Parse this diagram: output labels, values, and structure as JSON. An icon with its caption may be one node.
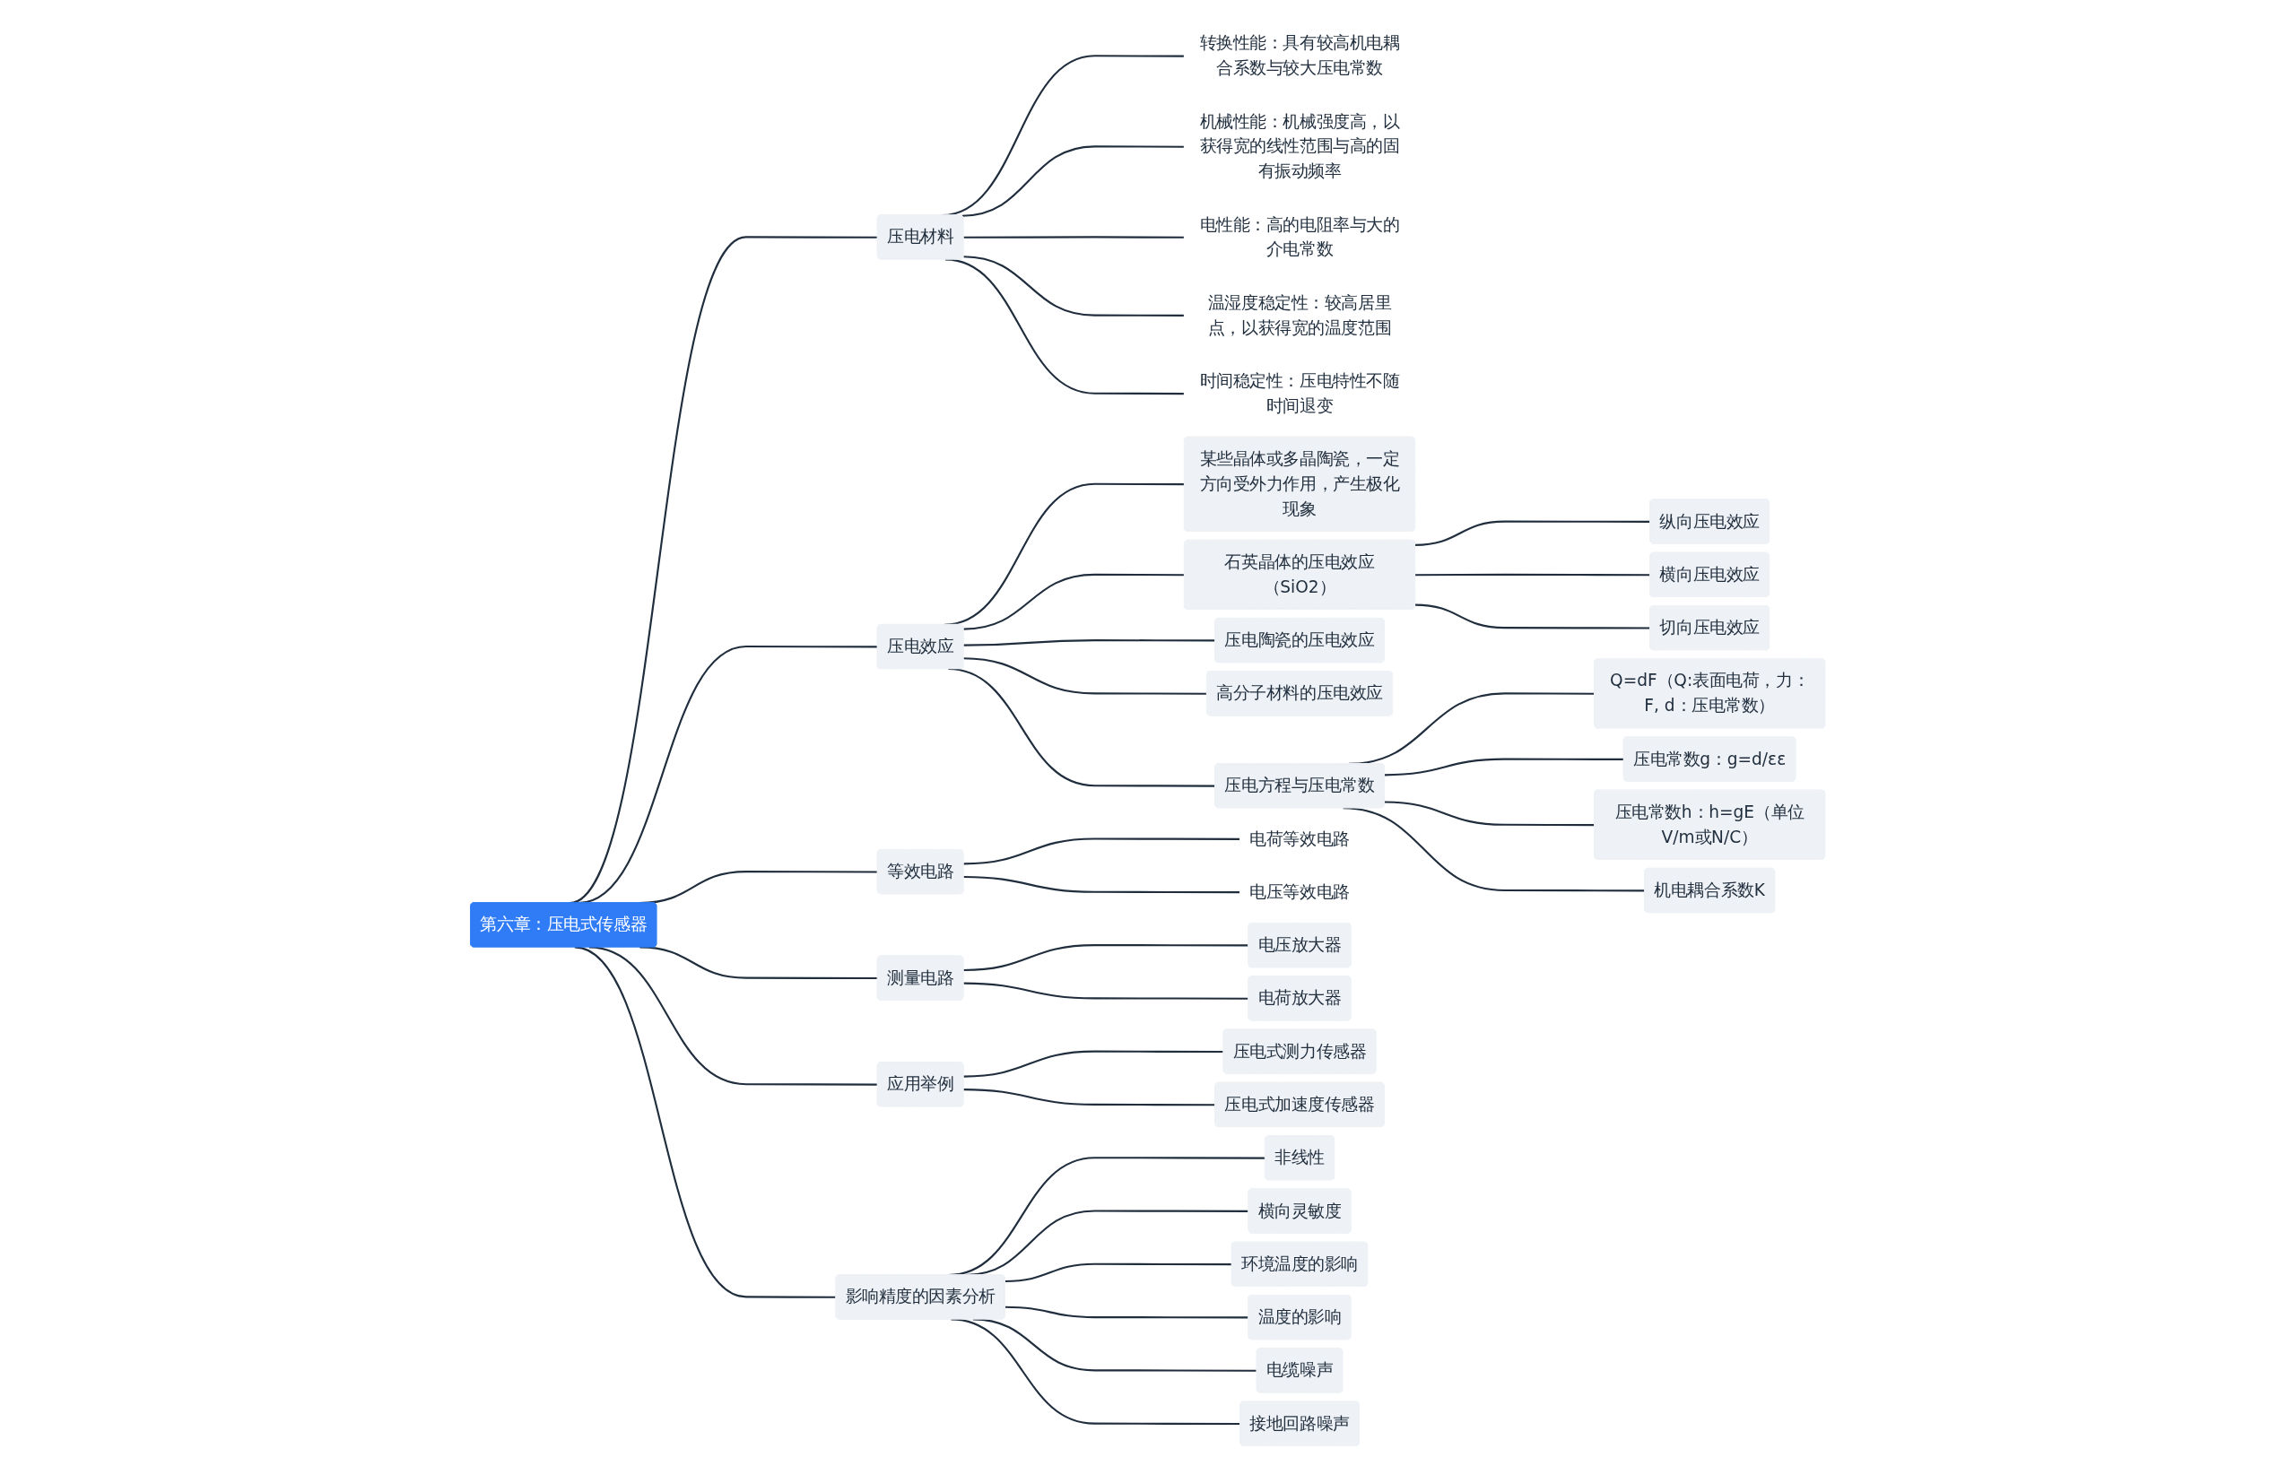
{
  "diagram": {
    "nodes": [
      {
        "text": [
          "第六章：压电式传感器"
        ]
      },
      {
        "text": [
          "压电效应"
        ]
      },
      {
        "text": [
          "某些晶体或多晶陶瓷，一定方向受外力作用，产生极化现象"
        ]
      },
      {
        "text": [
          "石英晶体的压电效应（SiO2）"
        ]
      },
      {
        "text": [
          "纵向压电效应"
        ]
      },
      {
        "text": [
          "横向压电效应"
        ]
      },
      {
        "text": [
          "切向压电效应"
        ]
      },
      {
        "text": [
          "压电陶瓷的压电效应"
        ]
      },
      {
        "text": [
          "高分子材料的压电效应"
        ]
      },
      {
        "text": [
          "压电方程与压电常数"
        ]
      },
      {
        "text": [
          "Q=dF（Q:表面电荷，力：F, d：压电常数）"
        ]
      },
      {
        "text": [
          "压电常数g：g=d/εε"
        ]
      },
      {
        "text": [
          "压电常数h：h=gE（单位V/m或N/C）"
        ]
      },
      {
        "text": [
          "机电耦合系数K"
        ]
      },
      {
        "text": [
          "压电材料"
        ]
      },
      {
        "text": [
          "转换性能：具有较高机电耦合系数与较大压电常数"
        ]
      },
      {
        "text": [
          "机械性能：机械强度高，以获得宽的线性范围与高的固有振动频率"
        ]
      },
      {
        "text": [
          "电性能：高的电阻率与大的介电常数"
        ]
      },
      {
        "text": [
          "温湿度稳定性：较高居里点，以获得宽的温度范围"
        ]
      },
      {
        "text": [
          "时间稳定性：压电特性不随时间退变"
        ]
      },
      {
        "text": [
          "等效电路"
        ]
      },
      {
        "text": [
          "电荷等效电路"
        ]
      },
      {
        "text": [
          "电压等效电路"
        ]
      },
      {
        "text": [
          "测量电路"
        ]
      },
      {
        "text": [
          "电压放大器"
        ]
      },
      {
        "text": [
          "电荷放大器"
        ]
      },
      {
        "text": [
          "应用举例"
        ]
      },
      {
        "text": [
          "压电式测力传感器"
        ]
      },
      {
        "text": [
          "压电式加速度传感器"
        ]
      },
      {
        "text": [
          "影响精度的因素分析"
        ]
      },
      {
        "text": [
          "非线性"
        ]
      },
      {
        "text": [
          "横向灵敏度"
        ]
      },
      {
        "text": [
          "环境温度的影响"
        ]
      },
      {
        "text": [
          "温度的影响"
        ]
      },
      {
        "text": [
          "电缆噪声"
        ]
      },
      {
        "text": [
          "接地回路噪声"
        ]
      }
    ],
    "edges": [
      {
        "from": 0,
        "to": 1,
        "arrow": "none"
      },
      {
        "from": 1,
        "to": 2,
        "arrow": "none"
      },
      {
        "from": 1,
        "to": 3,
        "arrow": "none"
      },
      {
        "from": 3,
        "to": 4,
        "arrow": "none"
      },
      {
        "from": 3,
        "to": 5,
        "arrow": "none"
      },
      {
        "from": 3,
        "to": 6,
        "arrow": "none"
      },
      {
        "from": 1,
        "to": 7,
        "arrow": "none"
      },
      {
        "from": 1,
        "to": 8,
        "arrow": "none"
      },
      {
        "from": 1,
        "to": 9,
        "arrow": "none"
      },
      {
        "from": 9,
        "to": 10,
        "arrow": "none"
      },
      {
        "from": 9,
        "to": 11,
        "arrow": "none"
      },
      {
        "from": 9,
        "to": 12,
        "arrow": "none"
      },
      {
        "from": 9,
        "to": 13,
        "arrow": "none"
      },
      {
        "from": 0,
        "to": 14,
        "arrow": "none"
      },
      {
        "from": 14,
        "to": 15,
        "arrow": "none"
      },
      {
        "from": 14,
        "to": 16,
        "arrow": "none"
      },
      {
        "from": 14,
        "to": 17,
        "arrow": "none"
      },
      {
        "from": 14,
        "to": 18,
        "arrow": "none"
      },
      {
        "from": 14,
        "to": 19,
        "arrow": "none"
      },
      {
        "from": 0,
        "to": 20,
        "arrow": "none"
      },
      {
        "from": 20,
        "to": 21,
        "arrow": "none"
      },
      {
        "from": 20,
        "to": 22,
        "arrow": "none"
      },
      {
        "from": 0,
        "to": 23,
        "arrow": "none"
      },
      {
        "from": 23,
        "to": 24,
        "arrow": "none"
      },
      {
        "from": 23,
        "to": 25,
        "arrow": "none"
      },
      {
        "from": 0,
        "to": 26,
        "arrow": "none"
      },
      {
        "from": 26,
        "to": 27,
        "arrow": "none"
      },
      {
        "from": 26,
        "to": 28,
        "arrow": "none"
      },
      {
        "from": 0,
        "to": 29,
        "arrow": "none"
      },
      {
        "from": 29,
        "to": 30,
        "arrow": "none"
      },
      {
        "from": 29,
        "to": 31,
        "arrow": "none"
      },
      {
        "from": 29,
        "to": 32,
        "arrow": "none"
      },
      {
        "from": 29,
        "to": 33,
        "arrow": "none"
      },
      {
        "from": 29,
        "to": 34,
        "arrow": "none"
      },
      {
        "from": 29,
        "to": 35,
        "arrow": "none"
      }
    ]
  }
}
